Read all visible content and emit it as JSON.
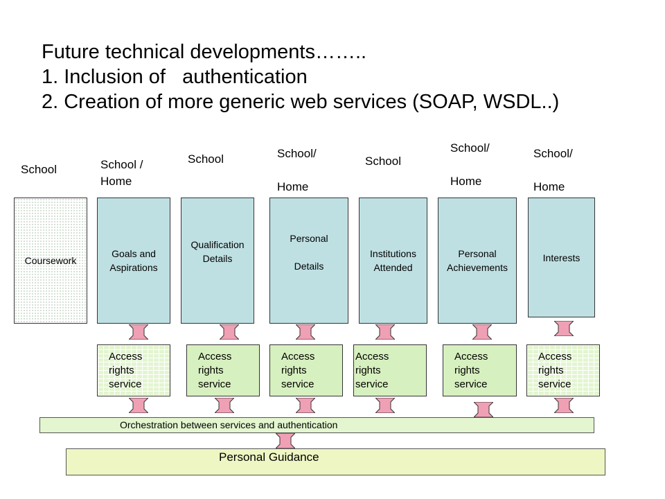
{
  "title": {
    "line1": "Future technical developments……..",
    "line2": "1. Inclusion of   authentication",
    "line3": "2. Creation of more generic web services (SOAP, WSDL..)"
  },
  "locations": [
    "School",
    "School /\nHome",
    "School",
    "School/\n\nHome",
    "School",
    "School/\n\nHome",
    "School/\n\nHome"
  ],
  "services": [
    "Coursework",
    "Goals and\nAspirations",
    "Qualification\nDetails",
    "Personal\n\nDetails",
    "Institutions\nAttended",
    "Personal\nAchievements",
    "Interests"
  ],
  "access_rights": [
    "Access\nrights\nservice",
    "Access\nrights\nservice",
    "Access\nrights\nservice",
    "Access\nrights\nservice",
    "Access\nrights\nservice",
    "Access\nrights\nservice"
  ],
  "orchestration_label": "Orchestration between services and authentication",
  "personal_guidance_label": "Personal Guidance",
  "colors": {
    "service_box": "#bfe0e3",
    "access_box": "#d7f0bf",
    "arrow": "#f0a0b4",
    "orchestration": "#e3f6cf",
    "guidance": "#eef6c3"
  }
}
